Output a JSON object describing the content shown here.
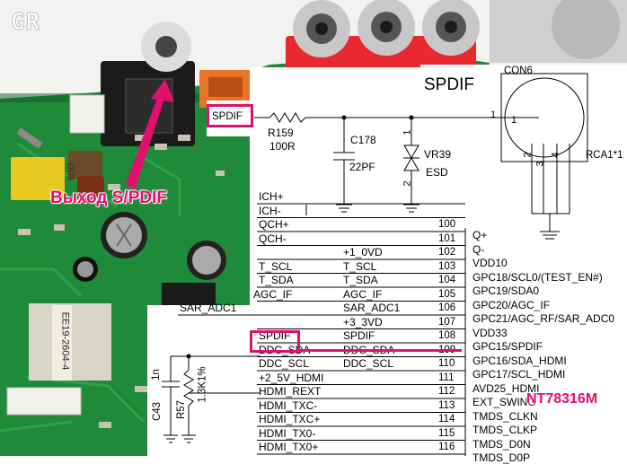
{
  "watermark": "GR",
  "colors": {
    "pcb": "#1f8a3a",
    "pcb_dark": "#0f5a24",
    "rca_red": "#e8292f",
    "annotation": "#e0106e",
    "usb_orange": "#e8742a",
    "cap_yellow": "#e9c81f"
  },
  "components": {
    "pcb_silk_a": "EE19-2604-4",
    "pcb_silk_b": "DU5"
  },
  "annotation": {
    "spdif_out_label": "Выход S/PDIF",
    "chip_label": "NT78316M"
  },
  "spdif_circuit": {
    "net_label": "SPDIF",
    "title": "SPDIF",
    "connector": "CON6",
    "connector_part": "RCA1*1",
    "pin_main": "1",
    "pin_inner_1": "1",
    "pins_gnd": [
      "2",
      "3",
      "4"
    ],
    "resistor_ref": "R159",
    "resistor_val": "100R",
    "cap_ref": "C178",
    "cap_val": "22PF",
    "esd_ref": "VR39",
    "esd_val": "ESD",
    "esd_pin_top": "1",
    "esd_pin_bottom": "2",
    "wire_pin": "1"
  },
  "left_nets": [
    "ICH+",
    "ICH-",
    "QCH+",
    "QCH-",
    "",
    "T_SCL",
    "T_SDA",
    "AGC_IF",
    "SAR_ADC1",
    "",
    "SPDIF",
    "DDC_SDA",
    "DDC_SCL",
    "+2_5V_HDMI",
    "HDMI_REXT",
    "HDMI_TXC-",
    "HDMI_TXC+",
    "HDMI_TX0-",
    "HDMI_TX0+"
  ],
  "mid_nets": [
    "",
    "",
    "",
    "",
    "+1_0VD",
    "T_SCL",
    "T_SDA",
    "AGC_IF",
    "SAR_ADC1",
    "+3_3VD",
    "SPDIF",
    "DDC_SDA",
    "DDC_SCL",
    "",
    "",
    "",
    "",
    "",
    ""
  ],
  "pin_numbers": [
    "",
    "",
    "100",
    "101",
    "102",
    "103",
    "104",
    "105",
    "106",
    "107",
    "108",
    "109",
    "110",
    "111",
    "112",
    "113",
    "114",
    "115",
    "116"
  ],
  "chip_pins": [
    "Q+",
    "Q-",
    "VDD10",
    "GPC18/SCL0/(TEST_EN#)",
    "GPC19/SDA0",
    "GPC20/AGC_IF",
    "GPC21/AGC_RF/SAR_ADC0",
    "VDD33",
    "GPC15/SPDIF",
    "GPC16/SDA_HDMI",
    "GPC17/SCL_HDMI",
    "AVD25_HDMI",
    "EXT_SWING",
    "TMDS_CLKN",
    "TMDS_CLKP",
    "TMDS_D0N",
    "TMDS_D0P"
  ],
  "lower_passives": {
    "cap_ref": "C43",
    "cap_val": "1n",
    "res_ref": "R57",
    "res_val": "1.3K1%"
  }
}
